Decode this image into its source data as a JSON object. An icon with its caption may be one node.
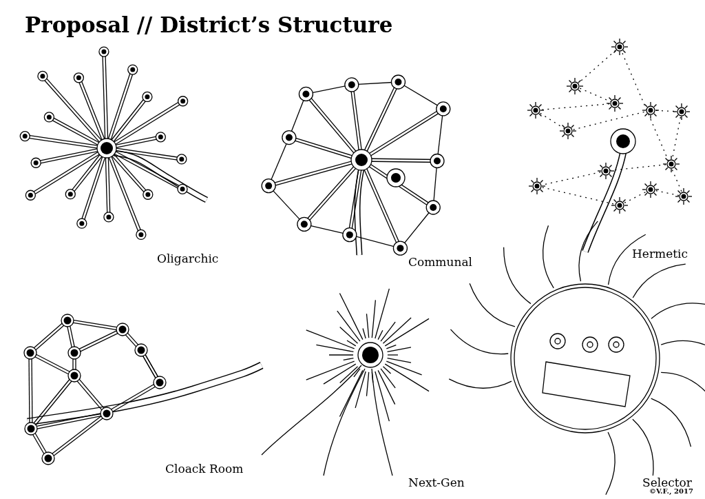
{
  "diagram": {
    "title": "Proposal // District’s Structure",
    "labels": [
      "Oligarchic",
      "Communal",
      "Hermetic",
      "Cloack Room",
      "Next-Gen",
      "Selector",
      "©V.F., 2017"
    ]
  }
}
